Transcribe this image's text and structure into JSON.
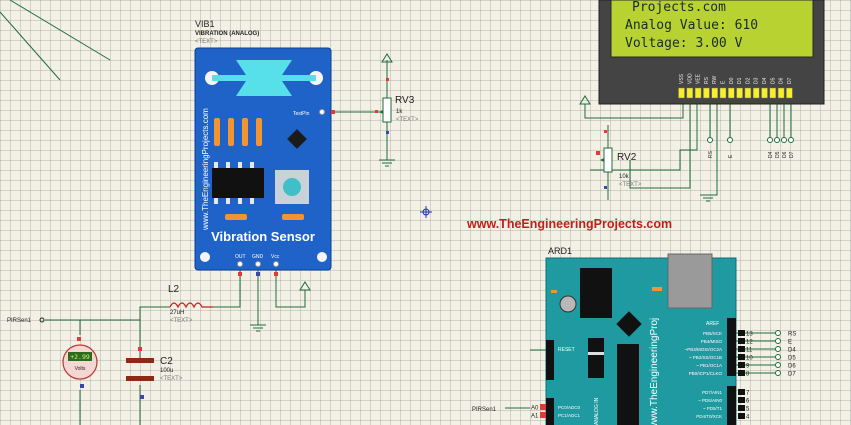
{
  "vib": {
    "ref": "VIB1",
    "model": "VIBRATION (ANALOG)",
    "placeholder": "<TEXT>",
    "website_vertical": "www.TheEngineeringProjects.com",
    "title": "Vibration Sensor",
    "pin_test": "TestPin",
    "pin_out": "OUT",
    "pin_gnd": "GND",
    "pin_vcc": "Vcc"
  },
  "rv3": {
    "ref": "RV3",
    "value": "1k",
    "placeholder": "<TEXT>"
  },
  "rv2": {
    "ref": "RV2",
    "value": "10k",
    "placeholder": "<TEXT>"
  },
  "l2": {
    "ref": "L2",
    "value": "27uH",
    "placeholder": "<TEXT>"
  },
  "c2": {
    "ref": "C2",
    "value": "100u",
    "placeholder": "<TEXT>"
  },
  "voltmeter": {
    "reading": "+2.99",
    "unit": "Volts"
  },
  "net_label": "PIRSen1",
  "lcd": {
    "line1": "Projects.com",
    "line2": "Analog Value: 610",
    "line3": "Voltage: 3.00 V",
    "pins": [
      "VSS",
      "VDD",
      "VEE",
      "RS",
      "RW",
      "E",
      "D0",
      "D1",
      "D2",
      "D3",
      "D4",
      "D5",
      "D6",
      "D7"
    ],
    "bottom_labels": [
      "RS",
      "E",
      "D4",
      "D5",
      "D6",
      "D7"
    ]
  },
  "website_banner": "www.TheEngineeringProjects.com",
  "ard": {
    "ref": "ARD1",
    "website_vertical": "www.TheEngineeringProj",
    "aref": "AREF",
    "reset": "RESET",
    "analog_label": "ANALOG IN",
    "digital_pins": [
      {
        "num": "13",
        "func": "PB5/SCK",
        "net": "RS"
      },
      {
        "num": "12",
        "func": "PB4/MISO",
        "net": "E"
      },
      {
        "num": "11",
        "func": "~PB3/MOSI/OC2A",
        "net": "D4"
      },
      {
        "num": "10",
        "func": "~ PB2/SS/OC1B",
        "net": "D5"
      },
      {
        "num": "9",
        "func": "~ PB1/OC1A",
        "net": "D6"
      },
      {
        "num": "8",
        "func": "PB0/ICP1/CLKO",
        "net": "D7"
      },
      {
        "num": "7",
        "func": "PD7/AIN1",
        "net": ""
      },
      {
        "num": "6",
        "func": "~ PD6/AIN0",
        "net": ""
      },
      {
        "num": "5",
        "func": "~ PD5/T1",
        "net": ""
      },
      {
        "num": "4",
        "func": "PD4/T0/XCK",
        "net": ""
      }
    ],
    "analog_pins": [
      {
        "num": "A0",
        "func": "PC0/ADC0"
      },
      {
        "num": "A1",
        "func": "PC1/ADC1"
      }
    ]
  },
  "colors": {
    "sensor_blue": "#1f63c9",
    "lcd_green": "#b8d232",
    "arduino_teal": "#1e9aa0",
    "wire": "#1f6b3a",
    "red_text": "#c0201a"
  }
}
